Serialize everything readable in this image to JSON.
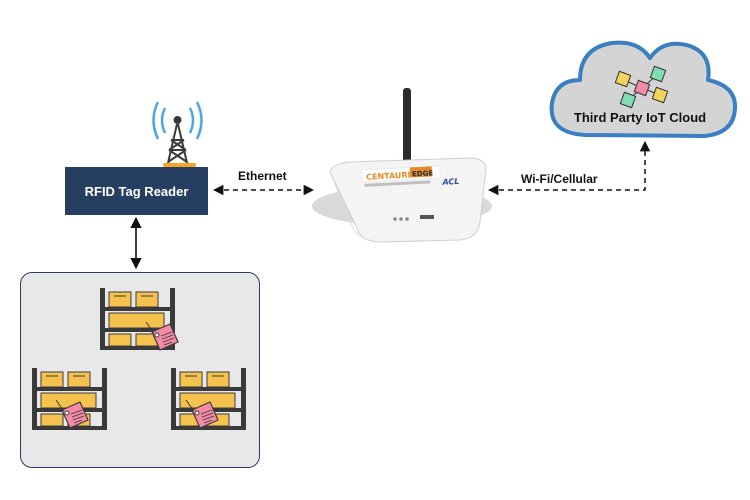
{
  "nodes": {
    "reader": {
      "label": "RFID Tag Reader"
    },
    "cloud": {
      "label": "Third Party IoT Cloud"
    },
    "gateway": {
      "logo_brand": "CENTAURI",
      "logo_edge": "EDGE",
      "logo_brand2": "ACL"
    },
    "warehouse": {
      "racks": 3
    }
  },
  "edges": {
    "ethernet": {
      "label": "Ethernet"
    },
    "wireless": {
      "label": "Wi-Fi/Cellular"
    }
  },
  "colors": {
    "reader_bg": "#263e5f",
    "cloud_stroke": "#3a7fc1",
    "cloud_fill": "#d4d4d4",
    "warehouse_border": "#2f3b66",
    "box_fill": "#f6c24e",
    "tag_fill": "#f48aa4",
    "wave": "#4aa6e8",
    "antenna_base": "#f5a623"
  },
  "icons": [
    "signal-tower-icon",
    "cloud-icon",
    "cube-network-icon",
    "router-icon",
    "storage-rack-icon",
    "rfid-tag-icon"
  ]
}
